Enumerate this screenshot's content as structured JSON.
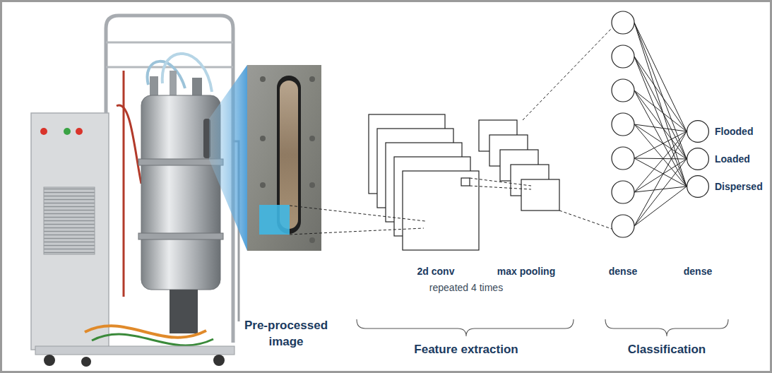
{
  "diagram": {
    "nodes": [
      {
        "text": [
          "Flooded"
        ]
      },
      {
        "text": [
          "Loaded"
        ]
      },
      {
        "text": [
          "Dispersed"
        ]
      }
    ],
    "labels": [
      "2d conv",
      "max pooling",
      "repeated 4 times",
      "dense",
      "dense",
      "Pre-processed image",
      "Feature extraction",
      "Classification"
    ]
  }
}
